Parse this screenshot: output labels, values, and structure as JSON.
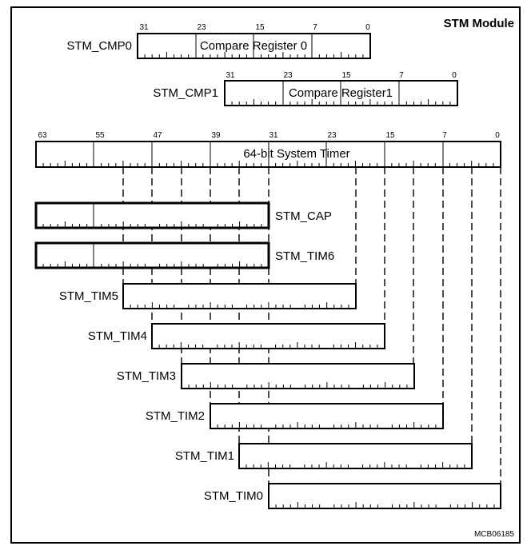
{
  "module_title": "STM Module",
  "figure_code": "MCB06185",
  "compare_registers": [
    {
      "name": "STM_CMP0",
      "text": "Compare Register 0",
      "bit_labels": [
        "31",
        "23",
        "15",
        "7",
        "0"
      ]
    },
    {
      "name": "STM_CMP1",
      "text": "Compare Register1",
      "bit_labels": [
        "31",
        "23",
        "15",
        "7",
        "0"
      ]
    }
  ],
  "system_timer": {
    "text": "64-bit System Timer",
    "bit_labels": [
      "63",
      "55",
      "47",
      "39",
      "31",
      "23",
      "15",
      "7",
      "0"
    ]
  },
  "timer_registers": [
    {
      "name": "STM_CAP"
    },
    {
      "name": "STM_TIM6"
    },
    {
      "name": "STM_TIM5"
    },
    {
      "name": "STM_TIM4"
    },
    {
      "name": "STM_TIM3"
    },
    {
      "name": "STM_TIM2"
    },
    {
      "name": "STM_TIM1"
    },
    {
      "name": "STM_TIM0"
    }
  ]
}
